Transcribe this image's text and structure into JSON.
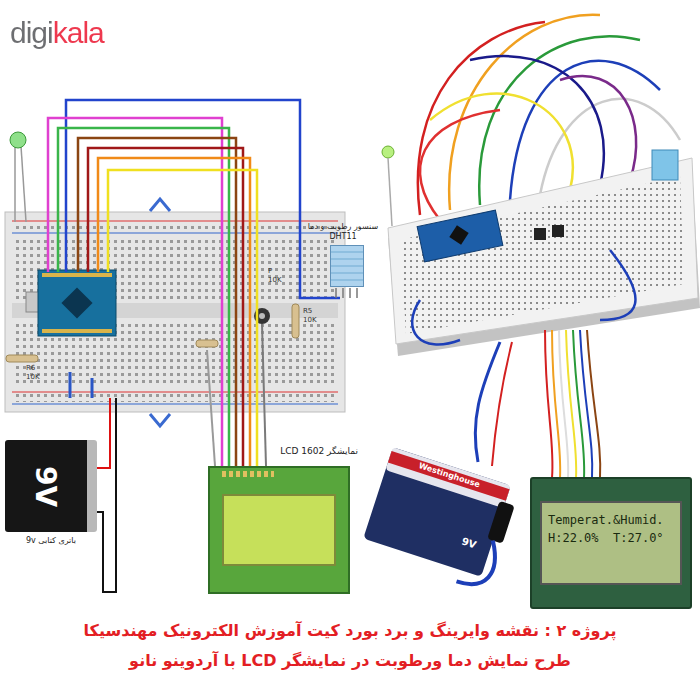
{
  "diagram": {
    "caption": "پروژه ۲ : نقشه وایرینگ و برد بورد کیت آموزش الکترونیک مهندسیکا",
    "nodes": [
      {
        "text": [
          "نمایشگر LCD 1602"
        ]
      },
      {
        "text": [
          "سنسور رطوبت و دما DHT11"
        ]
      },
      {
        "text": [
          "9V",
          "باتری کتابی 9v"
        ]
      },
      {
        "text": [
          "Temperat.&Humid.",
          "H:22.0%  T:27.0°"
        ]
      }
    ],
    "labels": [
      "digikala",
      "R6",
      "10K",
      "R5",
      "10K",
      "P",
      "10K",
      "طرح نمایش دما ورطوبت در نمایشگر LCD با آردوینو نانو",
      "Westinghouse",
      "9V"
    ]
  }
}
